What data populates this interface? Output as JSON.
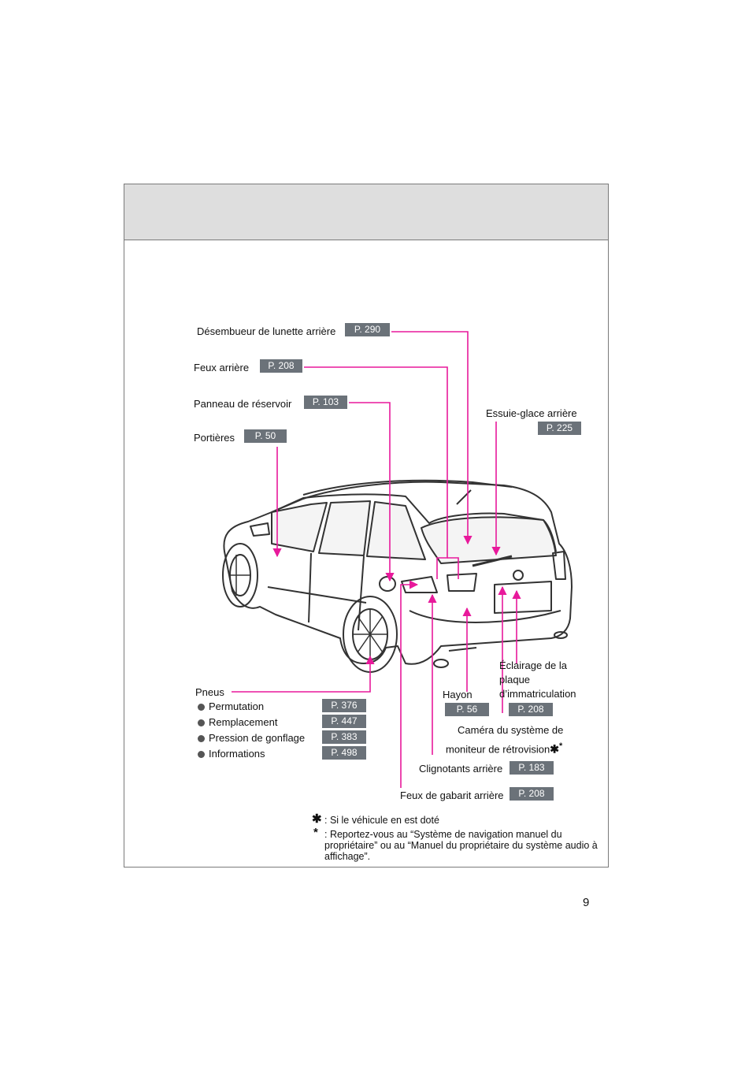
{
  "labels": {
    "desembueur": "Désembueur de lunette arrière",
    "feux_arriere": "Feux arrière",
    "panneau": "Panneau de réservoir",
    "portieres": "Portières",
    "essuie": "Essuie-glace arrière",
    "pneus": "Pneus",
    "hayon": "Hayon",
    "eclairage_1": "Éclairage de la",
    "eclairage_2": "plaque",
    "eclairage_3": "d’immatriculation",
    "camera_1": "Caméra du système de",
    "camera_2": "moniteur de rétrovision",
    "clignotants": "Clignotants arrière",
    "feux_gabarit": "Feux de gabarit arrière"
  },
  "pneus_items": [
    "Permutation",
    "Remplacement",
    "Pression de gonflage",
    "Informations"
  ],
  "pages": {
    "desembueur": "P. 290",
    "feux_arriere": "P. 208",
    "panneau": "P. 103",
    "portieres": "P. 50",
    "essuie": "P. 225",
    "permutation": "P. 376",
    "remplacement": "P. 447",
    "pression": "P. 383",
    "informations": "P. 498",
    "hayon": "P. 56",
    "eclairage": "P. 208",
    "clignotants": "P. 183",
    "feux_gabarit": "P. 208"
  },
  "notes": {
    "note1_symbol": "✱",
    "note1_text": ": Si le véhicule en est doté",
    "note2_symbol": "*",
    "note2_text": ":  Reportez-vous au “Système de navigation manuel du propriétaire” ou au “Manuel du propriétaire du système audio à affichage”."
  },
  "page_number": "9",
  "colors": {
    "callout_line": "#e8199b",
    "badge_bg": "#6b7279",
    "header_bg": "#dedede"
  }
}
